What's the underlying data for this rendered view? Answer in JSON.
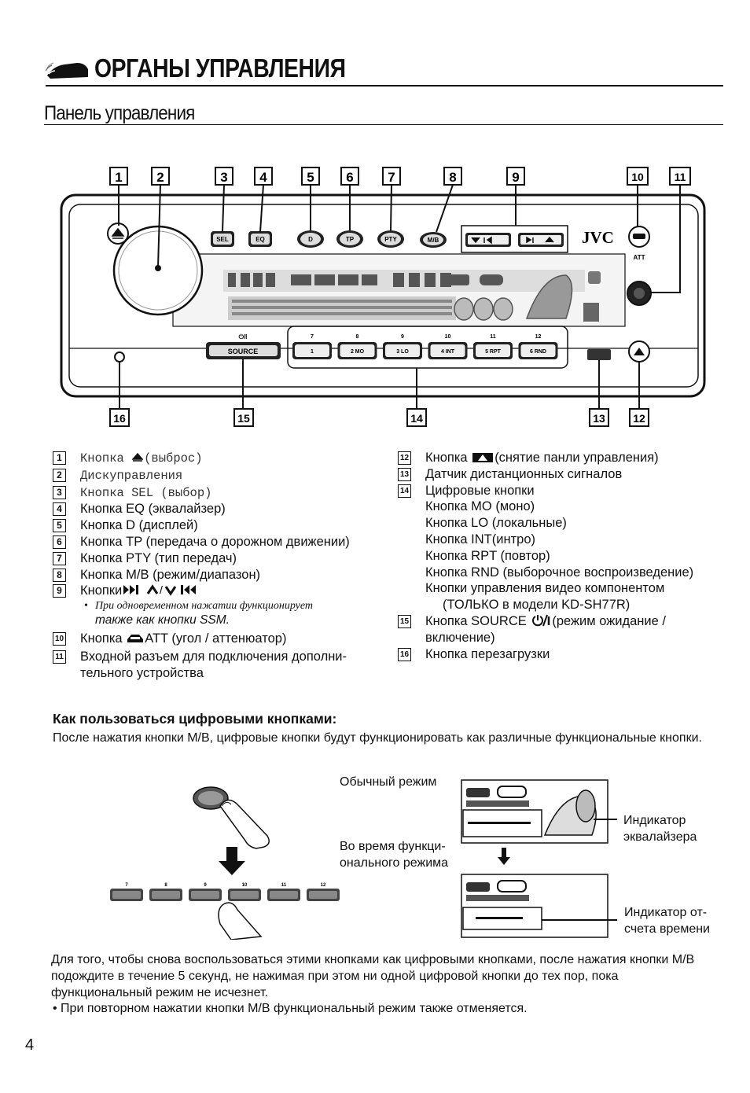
{
  "header": {
    "title": "ОРГАНЫ УПРАВЛЕНИЯ",
    "subtitle": "Панель управления"
  },
  "diagram": {
    "brand": "JVC",
    "labels": {
      "att": "ATT",
      "source": "SOURCE",
      "power_symbol": "⏻/I",
      "sel": "SEL",
      "eq": "EQ",
      "d": "D",
      "tp": "TP",
      "pty": "PTY",
      "mb": "M/B"
    },
    "callouts_top": [
      "1",
      "2",
      "3",
      "4",
      "5",
      "6",
      "7",
      "8",
      "9",
      "10",
      "11"
    ],
    "callouts_bottom": [
      "16",
      "15",
      "14",
      "13",
      "12"
    ],
    "preset_tops": [
      "7",
      "8",
      "9",
      "10",
      "11",
      "12"
    ],
    "preset_buttons": [
      "1",
      "2 MO",
      "3 LO",
      "4 INT",
      "5 RPT",
      "6 RND"
    ]
  },
  "legend_left": [
    {
      "num": "1",
      "text_before": "Кнопка ",
      "icon": "eject-icon",
      "text_after": "(выброс)"
    },
    {
      "num": "2",
      "text": "Дискуправления"
    },
    {
      "num": "3",
      "text": "Кнопка SEL (выбор)"
    },
    {
      "num": "4",
      "text": "Кнопка EQ (эквалайзер)"
    },
    {
      "num": "5",
      "text": "Кнопка D (дисплей)"
    },
    {
      "num": "6",
      "text": "Кнопка TP (передача о дорожном движении)"
    },
    {
      "num": "7",
      "text": "Кнопка PTY (тип передач)"
    },
    {
      "num": "8",
      "text": "Кнопка M/B (режим/диапазон)"
    },
    {
      "num": "9",
      "text": "Кнопки"
    },
    {
      "note_1": "При одновременном нажатии функционирует",
      "note_2": "также как кнопки SSM."
    },
    {
      "num": "10",
      "text_before": "Кнопка ",
      "icon": "tilt-icon",
      "text_after": "ATT (угол / аттенюатор)"
    },
    {
      "num": "11",
      "text": "Входной разъем для подключения дополни-тельного устройства"
    }
  ],
  "legend_right": [
    {
      "num": "12",
      "text_before": "Кнопка ",
      "icon": "panel-release-icon",
      "text_after": "(снятие панли управления)"
    },
    {
      "num": "13",
      "text": "Датчик дистанционных сигналов"
    },
    {
      "num": "14",
      "text": "Цифровые кнопки",
      "sub_items": [
        "Кнопка MO (моно)",
        "Кнопка LO (локальные)",
        "Кнопка INT(интро)",
        "Кнопка RPT (повтор)",
        "Кнопка RND (выборочное воспроизведение)",
        "Кнопки управления видео компонентом",
        "(ТОЛЬКО в модели KD-SH77R)"
      ]
    },
    {
      "num": "15",
      "text_before": "Кнопка SOURCE ",
      "icon": "power-icon",
      "text_after": "(режим ожидание / включение)"
    },
    {
      "num": "16",
      "text": "Кнопка перезагрузки"
    }
  ],
  "howto": {
    "heading": "Как пользоваться цифровыми кнопками:",
    "paragraph": "После нажатия кнопки M/B, цифровые кнопки будут функционировать как различные функциональные кнопки.",
    "label_normal": "Обычный режим",
    "label_functional_1": "Во время функци-",
    "label_functional_2": "онального режима",
    "label_eq_1": "Индикатор",
    "label_eq_2": "эквалайзера",
    "label_timer_1": "Индикатор от-",
    "label_timer_2": "счета времени",
    "small_button_tops": [
      "7",
      "8",
      "9",
      "10",
      "11",
      "12"
    ]
  },
  "footer": {
    "paragraph": "Для того, чтобы снова воспользоваться этими кнопками как цифровыми кнопками, после нажатия кнопки M/B подождите в течение 5 секунд, не нажимая при этом ни одной цифровой кнопки до тех пор, пока функциональный режим не исчезнет.",
    "bullet": "•  При повторном нажатии кнопки M/B функциональный режим также отменяется.",
    "page_number": "4"
  }
}
